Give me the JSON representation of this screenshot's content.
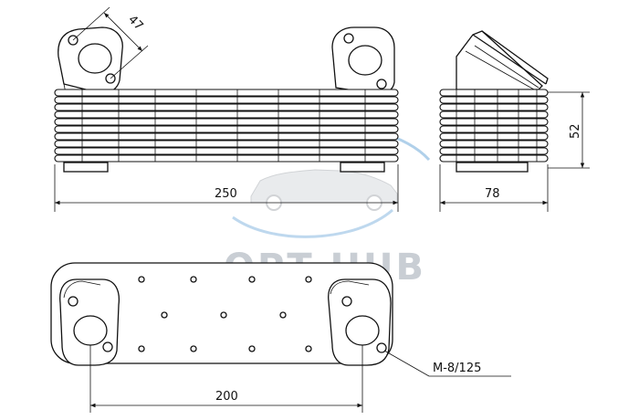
{
  "dimensions": {
    "length": "250",
    "depth": "78",
    "height": "52",
    "flange": "47",
    "bolt_spacing": "200",
    "thread": "M-8/125"
  },
  "watermark": {
    "text": "OPT HUB"
  },
  "colors": {
    "line": "#111111",
    "watermark_text": "#c9ced4",
    "watermark_swoosh": "#6fa9d9"
  }
}
